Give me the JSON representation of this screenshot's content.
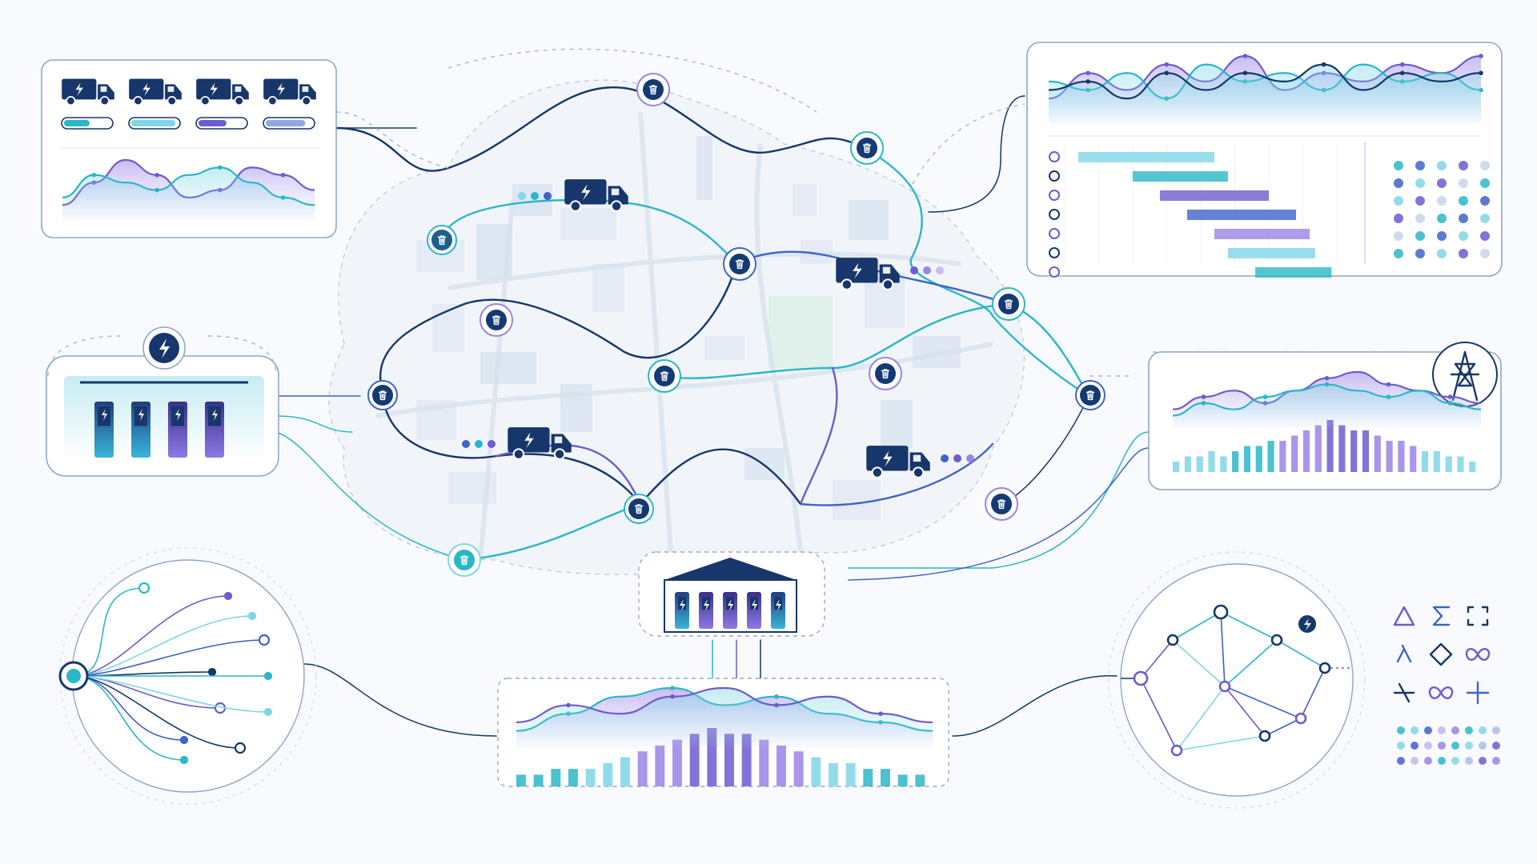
{
  "colors": {
    "navy": "#17366b",
    "teal": "#2ab7c7",
    "cyan": "#7fd6e6",
    "purple": "#6d5bd0",
    "violet": "#9a83e6",
    "blue": "#3e63c9",
    "grid": "#dde4ef"
  },
  "icons": {
    "truck": "electric-truck-icon",
    "stop": "trash-bin-icon",
    "depot": "charging-depot-icon",
    "grid": "power-tower-icon"
  },
  "fleet_panel": {
    "trucks": 4,
    "battery_levels": [
      0.55,
      0.95,
      0.6,
      0.85
    ],
    "battery_colors": [
      "#2ab7c7",
      "#7fd6e6",
      "#6d5bd0",
      "#8fa8e6"
    ]
  },
  "schedule_panel": {
    "gantt_bars": [
      {
        "start": 0.05,
        "end": 0.55,
        "color": "#7fd6e6"
      },
      {
        "start": 0.25,
        "end": 0.6,
        "color": "#2ab7c7"
      },
      {
        "start": 0.35,
        "end": 0.75,
        "color": "#6d5bd0"
      },
      {
        "start": 0.45,
        "end": 0.85,
        "color": "#3e63c9"
      },
      {
        "start": 0.55,
        "end": 0.9,
        "color": "#9a83e6"
      },
      {
        "start": 0.6,
        "end": 0.92,
        "color": "#7fd6e6"
      },
      {
        "start": 0.7,
        "end": 0.98,
        "color": "#2ab7c7"
      }
    ]
  },
  "symbols": [
    "triangle",
    "sigma",
    "frame",
    "spark",
    "diamond",
    "infinity",
    "branch",
    "infinity",
    "plus"
  ],
  "chart_data": [
    {
      "type": "area",
      "title": "",
      "series": [
        {
          "values": [
            2,
            5,
            8,
            6,
            3,
            4,
            7,
            6,
            4
          ]
        },
        {
          "values": [
            3,
            6,
            5,
            4,
            6,
            7,
            5,
            3,
            2
          ]
        }
      ]
    },
    {
      "type": "line",
      "title": "",
      "series": [
        {
          "values": [
            3,
            6,
            4,
            7,
            5,
            8,
            4,
            6,
            5,
            7,
            6,
            8
          ]
        },
        {
          "values": [
            5,
            4,
            6,
            3,
            7,
            5,
            6,
            4,
            7,
            5,
            6,
            4
          ]
        },
        {
          "values": [
            4,
            5,
            3,
            6,
            4,
            6,
            5,
            7,
            4,
            6,
            5,
            6
          ]
        }
      ]
    },
    {
      "type": "bar",
      "title": "",
      "values": [
        2,
        3,
        3,
        4,
        3,
        4,
        5,
        5,
        6,
        6,
        7,
        8,
        9,
        10,
        9,
        8,
        8,
        7,
        6,
        6,
        5,
        4,
        4,
        3,
        3,
        2
      ]
    },
    {
      "type": "bar",
      "title": "",
      "values": [
        2,
        2,
        3,
        3,
        3,
        4,
        5,
        6,
        7,
        8,
        9,
        10,
        9,
        9,
        8,
        7,
        6,
        5,
        4,
        4,
        3,
        3,
        2,
        2
      ]
    }
  ]
}
